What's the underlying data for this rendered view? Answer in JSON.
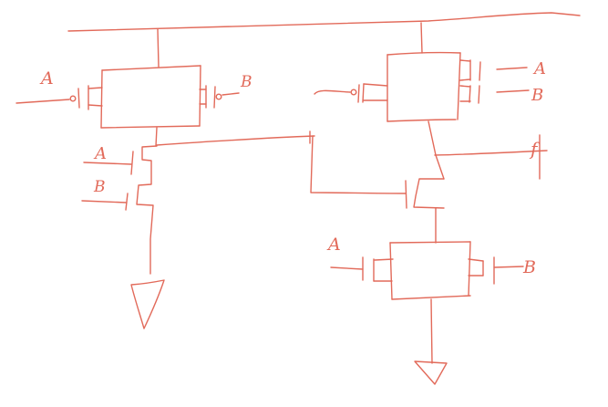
{
  "diagram": {
    "ink_color": "#e26a5a",
    "background": "#ffffff",
    "labels": {
      "nand_a": "A",
      "nand_b": "B",
      "nand_nmos_a": "A",
      "nand_nmos_b": "B",
      "aoi_top_a": "A",
      "aoi_top_b": "B",
      "output": "f",
      "aoi_bot_a": "A",
      "aoi_bot_b": "B"
    }
  }
}
